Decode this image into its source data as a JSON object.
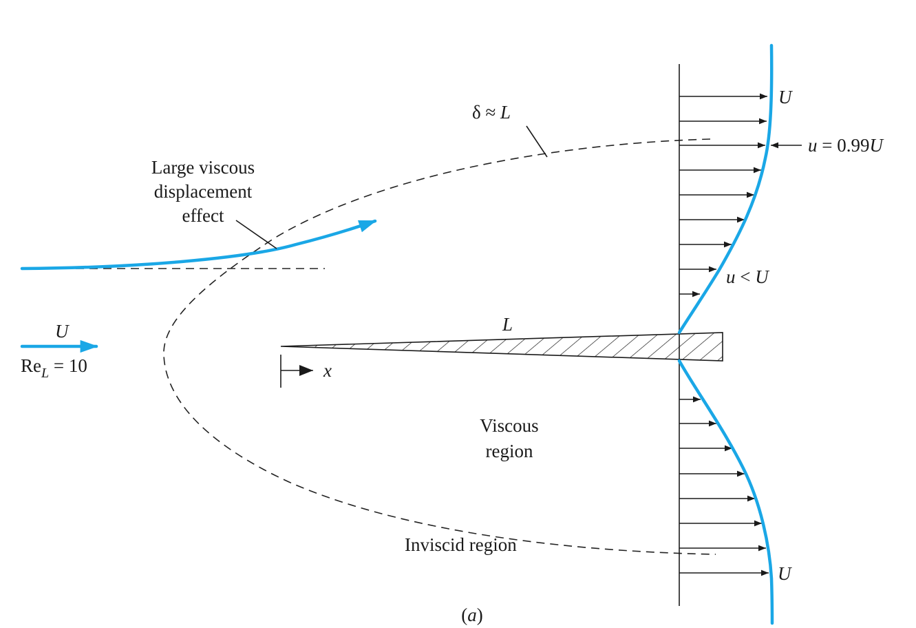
{
  "labels": {
    "delta": "δ ≈ ",
    "delta_L": "L",
    "large_viscous_1": "Large viscous",
    "large_viscous_2": "displacement",
    "large_viscous_3": "effect",
    "U_free": "U",
    "Re_base": "Re",
    "Re_sub": "L",
    "Re_value": " = 10",
    "x_axis": "x",
    "plate_L": "L",
    "viscous_1": "Viscous",
    "viscous_2": "region",
    "inviscid": "Inviscid region",
    "U_top": "U",
    "u_099_a": "u",
    "u_099_b": " = 0.99",
    "u_099_c": "U",
    "u_less_a": "u",
    "u_less_b": " < ",
    "u_less_c": "U",
    "U_bottom": "U",
    "caption_open": "(",
    "caption_letter": "a",
    "caption_close": ")"
  },
  "colors": {
    "streamline": "#1aa7e6",
    "ink": "#1a1a1a"
  }
}
